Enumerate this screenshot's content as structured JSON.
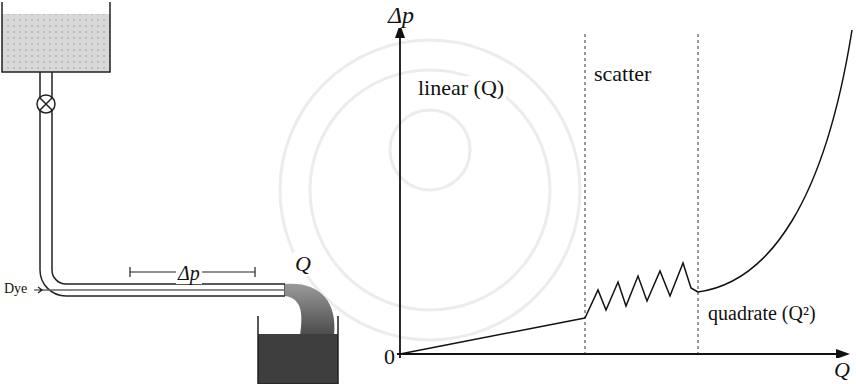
{
  "diagram": {
    "labels": [
      "Dye",
      "Δp",
      "Q",
      "Δp",
      "Q",
      "0",
      "linear (Q)",
      "scatter",
      "quadrate (Q²)"
    ]
  }
}
